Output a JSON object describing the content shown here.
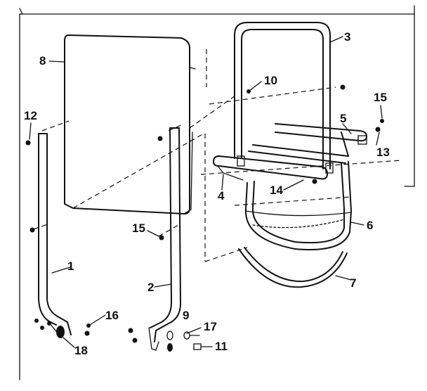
{
  "labels": {
    "part_1": "1",
    "part_2": "2",
    "part_3": "3",
    "part_4": "4",
    "part_5": "5",
    "part_6": "6",
    "part_7": "7",
    "part_8": "8",
    "part_9": "9",
    "part_10": "10",
    "part_11": "11",
    "part_12": "12",
    "part_13": "13",
    "part_14": "14",
    "part_15a": "15",
    "part_15b": "15",
    "part_16": "16",
    "part_17": "17",
    "part_18": "18"
  }
}
